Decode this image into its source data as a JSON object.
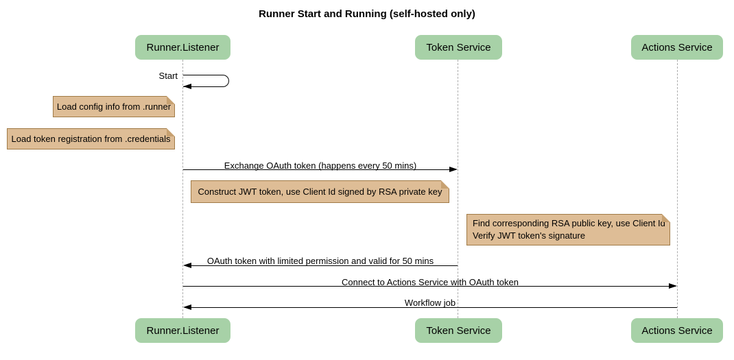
{
  "title": "Runner Start and Running (self-hosted only)",
  "participants": [
    {
      "label": "Runner.Listener"
    },
    {
      "label": "Token Service"
    },
    {
      "label": "Actions Service"
    }
  ],
  "messages": {
    "start": "Start",
    "exchange": "Exchange OAuth token (happens every 50 mins)",
    "oauth_return": "OAuth token with limited permission and valid for 50 mins",
    "connect": "Connect to Actions Service with OAuth token",
    "workflow": "Workflow job"
  },
  "notes": {
    "load_config": "Load config info from .runner",
    "load_token": "Load token registration from .credentials",
    "construct_jwt": "Construct JWT token, use Client Id signed by RSA private key",
    "find_rsa_line1": "Find corresponding RSA public key, use Client Id",
    "find_rsa_line2": "Verify JWT token's signature"
  },
  "colors": {
    "participant_fill": "#a7d1a7",
    "note_fill": "#debd96",
    "note_border": "#a07a46",
    "note_fold": "#c7a171",
    "lifeline": "#adadad",
    "line": "#000000"
  }
}
